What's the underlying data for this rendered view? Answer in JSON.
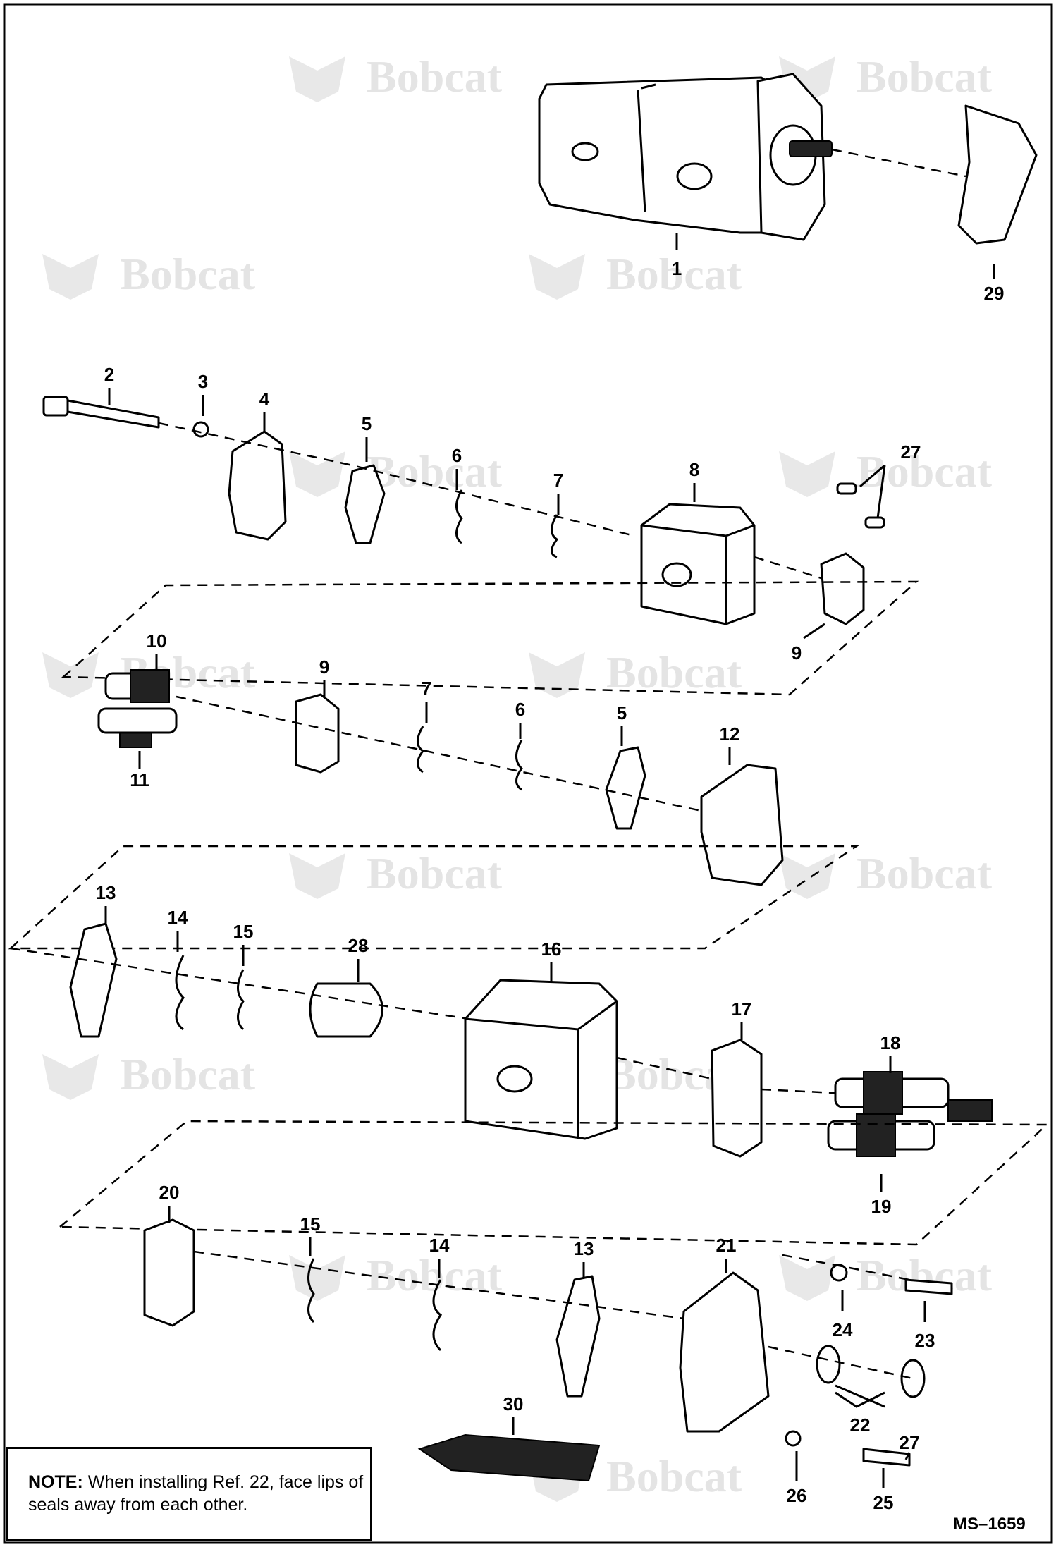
{
  "watermark_text": "Bobcat",
  "refs": [
    "1",
    "2",
    "3",
    "4",
    "5",
    "6",
    "7",
    "8",
    "9",
    "10",
    "11",
    "12",
    "13",
    "14",
    "15",
    "16",
    "17",
    "18",
    "19",
    "20",
    "21",
    "22",
    "23",
    "24",
    "25",
    "26",
    "27",
    "28",
    "29",
    "30"
  ],
  "note": {
    "label": "NOTE:",
    "text": "When installing Ref. 22, face lips of seals away from each other."
  },
  "doc_id": "MS–1659"
}
